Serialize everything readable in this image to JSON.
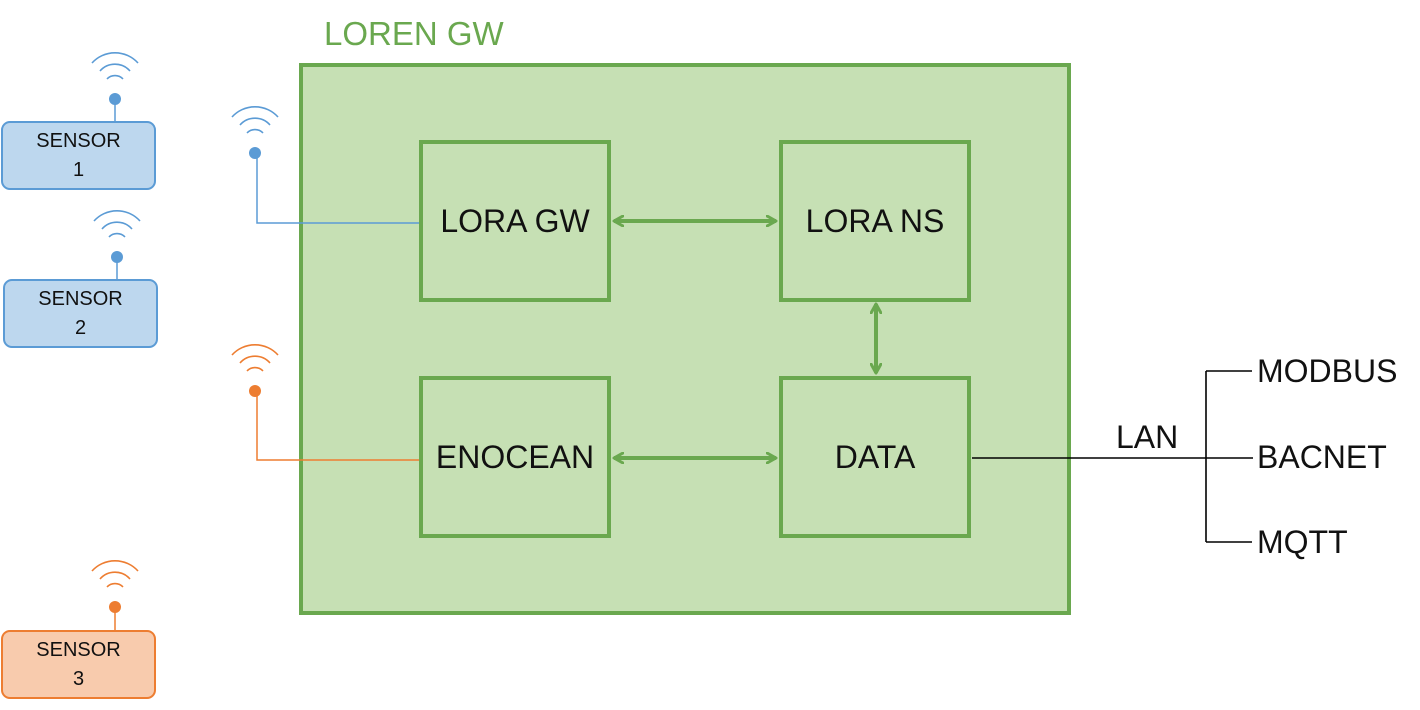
{
  "gateway": {
    "title": "LOREN GW"
  },
  "blocks": {
    "lora_gw": "LORA GW",
    "lora_ns": "LORA NS",
    "enocean": "ENOCEAN",
    "data": "DATA"
  },
  "sensors": [
    {
      "label_line1": "SENSOR",
      "label_line2": "1"
    },
    {
      "label_line1": "SENSOR",
      "label_line2": "2"
    },
    {
      "label_line1": "SENSOR",
      "label_line2": "3"
    }
  ],
  "network": {
    "lan_label": "LAN",
    "protocols": [
      "MODBUS",
      "BACNET",
      "MQTT"
    ]
  },
  "colors": {
    "gateway_border": "#6aa84f",
    "gateway_fill": "#c6e0b4",
    "lora_blue": "#5b9bd5",
    "lora_sensor_fill": "#bdd7ee",
    "enocean_orange": "#ed7d31",
    "enocean_sensor_fill": "#f8cbad",
    "text": "#111111"
  },
  "icons": {
    "antenna": "wifi-signal-icon",
    "link_arrow": "double-arrow"
  }
}
